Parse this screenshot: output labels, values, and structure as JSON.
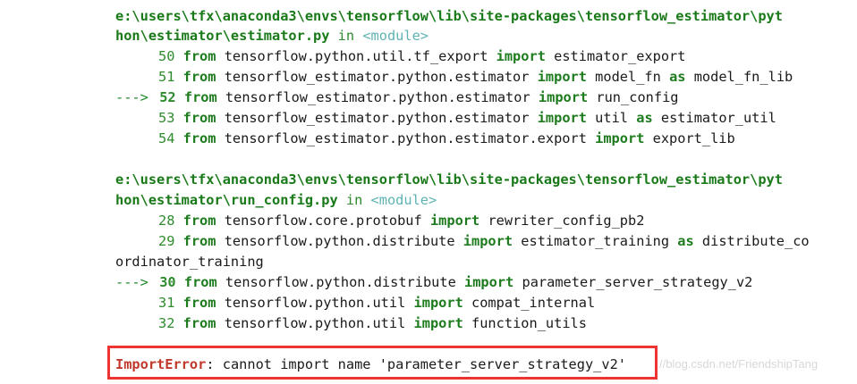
{
  "block1": {
    "path1": "e:\\users\\tfx\\anaconda3\\envs\\tensorflow\\lib\\site-packages\\tensorflow_estimator\\pyt",
    "path2": "hon\\estimator\\estimator.py",
    "in": "in",
    "module": "<module>",
    "lines": [
      {
        "arrow": "",
        "num": "50",
        "from": "from",
        "mod": "tensorflow.python.util.tf_export",
        "imp": "import",
        "name": "estimator_export",
        "as": "",
        "alias": ""
      },
      {
        "arrow": "",
        "num": "51",
        "from": "from",
        "mod": "tensorflow_estimator.python.estimator",
        "imp": "import",
        "name": "model_fn",
        "as": "as",
        "alias": "model_fn_lib"
      },
      {
        "arrow": "--->",
        "num": "52",
        "from": "from",
        "mod": "tensorflow_estimator.python.estimator",
        "imp": "import",
        "name": "run_config",
        "as": "",
        "alias": ""
      },
      {
        "arrow": "",
        "num": "53",
        "from": "from",
        "mod": "tensorflow_estimator.python.estimator",
        "imp": "import",
        "name": "util",
        "as": "as",
        "alias": "estimator_util"
      },
      {
        "arrow": "",
        "num": "54",
        "from": "from",
        "mod": "tensorflow_estimator.python.estimator.export",
        "imp": "import",
        "name": "export_lib",
        "as": "",
        "alias": ""
      }
    ]
  },
  "block2": {
    "path1": "e:\\users\\tfx\\anaconda3\\envs\\tensorflow\\lib\\site-packages\\tensorflow_estimator\\pyt",
    "path2": "hon\\estimator\\run_config.py",
    "in": "in",
    "module": "<module>",
    "lines": [
      {
        "arrow": "",
        "num": "28",
        "from": "from",
        "mod": "tensorflow.core.protobuf",
        "imp": "import",
        "name": "rewriter_config_pb2",
        "as": "",
        "alias": ""
      },
      {
        "arrow": "",
        "num": "29",
        "from": "from",
        "mod": "tensorflow.python.distribute",
        "imp": "import",
        "name": "estimator_training",
        "as": "as",
        "alias": "distribute_co"
      },
      {
        "arrow": "--->",
        "num": "30",
        "from": "from",
        "mod": "tensorflow.python.distribute",
        "imp": "import",
        "name": "parameter_server_strategy_v2",
        "as": "",
        "alias": ""
      },
      {
        "arrow": "",
        "num": "31",
        "from": "from",
        "mod": "tensorflow.python.util",
        "imp": "import",
        "name": "compat_internal",
        "as": "",
        "alias": ""
      },
      {
        "arrow": "",
        "num": "32",
        "from": "from",
        "mod": "tensorflow.python.util",
        "imp": "import",
        "name": "function_utils",
        "as": "",
        "alias": ""
      }
    ],
    "wrap": "ordinator_training"
  },
  "error": {
    "type": "ImportError",
    "message": ": cannot import name 'parameter_server_strategy_v2'"
  },
  "watermark": "//blog.csdn.net/FriendshipTang",
  "colors": {
    "keyword": "#1e7b1e",
    "module_tag": "#5fb3b3",
    "error": "#c0392b",
    "highlight_box": "#ee3333"
  }
}
